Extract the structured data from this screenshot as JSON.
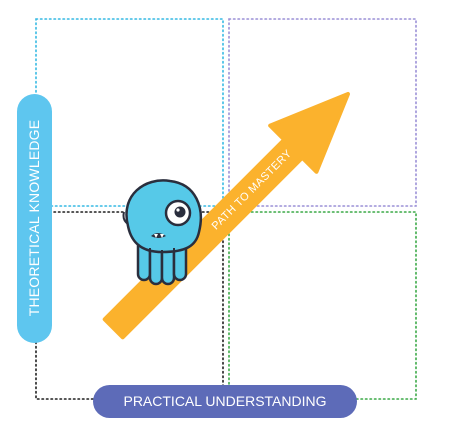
{
  "axes": {
    "y_label": "THEORETICAL KNOWLEDGE",
    "x_label": "PRACTICAL UNDERSTANDING"
  },
  "arrow": {
    "label": "PATH TO MASTERY"
  },
  "mascot": {
    "name": "octopus-mascot"
  },
  "colors": {
    "y_pill": "#5ec6ef",
    "x_pill": "#5d6bb8",
    "arrow": "#fbb22d",
    "mascot_body": "#56c9e8",
    "mascot_outline": "#2a2e3d",
    "grid_top_left": "#35b9e3",
    "grid_top_right": "#9a8fd6",
    "grid_bottom_left": "#1d1d1d",
    "grid_bottom_right": "#3aa946"
  }
}
